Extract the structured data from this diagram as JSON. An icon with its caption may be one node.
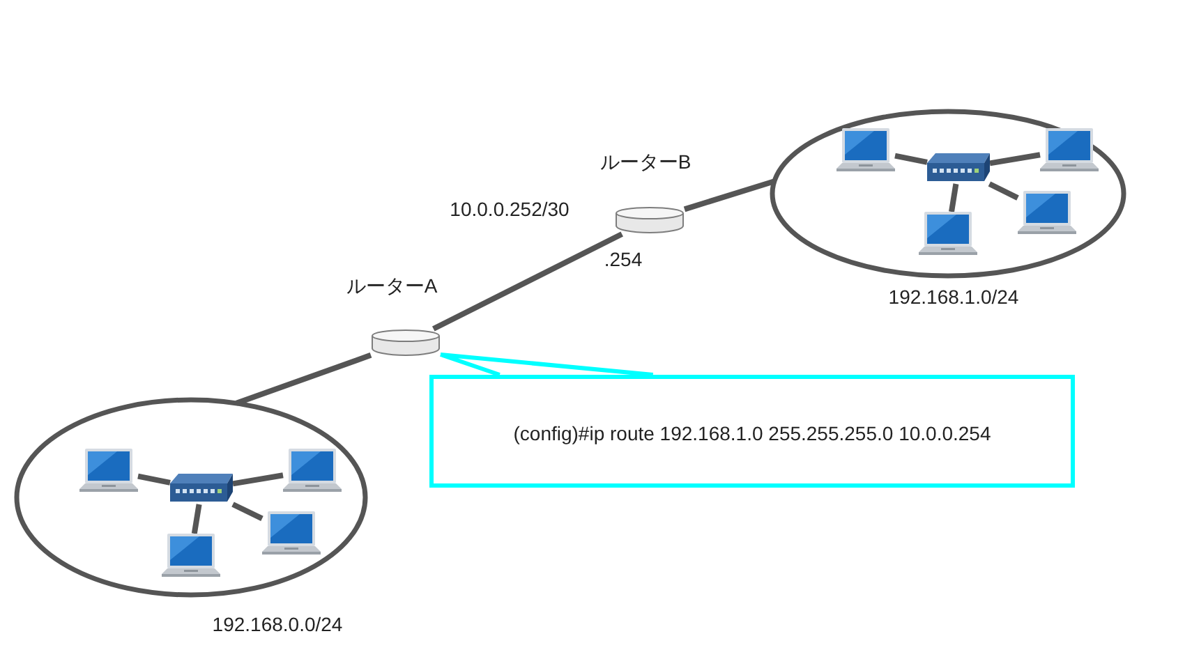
{
  "diagram": {
    "nodes": [
      {
        "text": [
          "192.168.1.0/24"
        ]
      },
      {
        "text": [],
        "shape": "picture",
        "in": 0
      },
      {
        "text": [],
        "shape": "picture",
        "in": 0
      },
      {
        "text": [],
        "shape": "picture",
        "in": 0
      },
      {
        "text": [],
        "shape": "picture",
        "in": 0
      },
      {
        "text": [],
        "shape": "picture",
        "in": 0
      },
      {
        "text": [
          "ルーターB"
        ],
        "beside": [
          ".254"
        ]
      },
      {
        "text": [
          "ルーターA"
        ]
      },
      {
        "text": [
          "(config)#ip route 192.168.1.0 255.255.255.0 10.0.0.254"
        ]
      },
      {
        "text": [
          "192.168.0.0/24"
        ]
      },
      {
        "text": [],
        "shape": "picture",
        "in": 9
      },
      {
        "text": [],
        "shape": "picture",
        "in": 9
      },
      {
        "text": [],
        "shape": "picture",
        "in": 9
      },
      {
        "text": [],
        "shape": "picture",
        "in": 9
      },
      {
        "text": [],
        "shape": "picture",
        "in": 9
      }
    ],
    "edges": [
      {
        "from": 7,
        "to": 6,
        "arrow": "none",
        "label": "10.0.0.252/30"
      },
      {
        "from": 6,
        "to": 0,
        "arrow": "none"
      },
      {
        "from": 7,
        "to": 9,
        "arrow": "none"
      },
      {
        "from": 8,
        "to": 7,
        "arrow": "none",
        "color": "#00ffff"
      },
      {
        "from": 1,
        "to": 2,
        "arrow": "none"
      },
      {
        "from": 1,
        "to": 3,
        "arrow": "none"
      },
      {
        "from": 1,
        "to": 4,
        "arrow": "none"
      },
      {
        "from": 1,
        "to": 5,
        "arrow": "none"
      },
      {
        "from": 10,
        "to": 11,
        "arrow": "none"
      },
      {
        "from": 10,
        "to": 12,
        "arrow": "none"
      },
      {
        "from": 10,
        "to": 13,
        "arrow": "none"
      },
      {
        "from": 10,
        "to": 14,
        "arrow": "none"
      }
    ]
  }
}
